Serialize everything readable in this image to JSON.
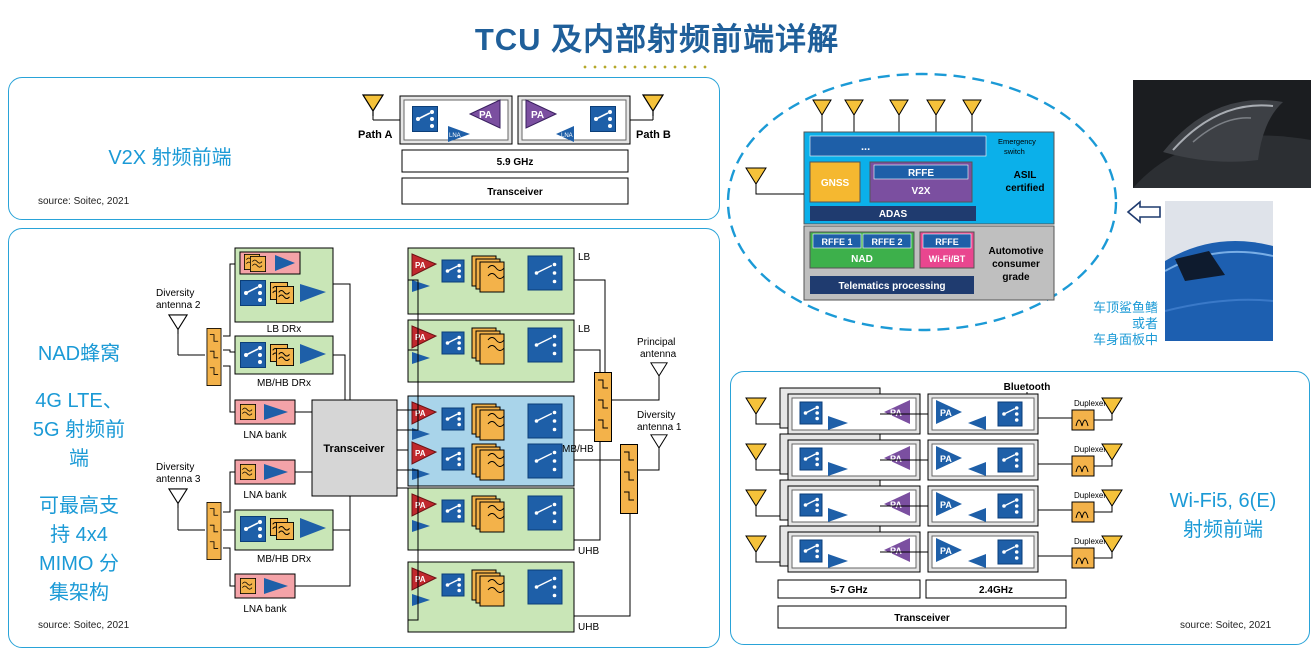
{
  "title": "TCU 及内部射频前端详解",
  "v2x": {
    "label": "V2X 射频前端",
    "source": "source: Soitec, 2021",
    "path_a": "Path A",
    "path_b": "Path B",
    "freq": "5.9 GHz",
    "transceiver": "Transceiver",
    "pa": "PA",
    "lna": "LNA"
  },
  "nad": {
    "label_lines": [
      "NAD蜂窝",
      "4G LTE、",
      "5G 射频前",
      "端",
      "可最高支",
      "持 4x4",
      "MIMO 分",
      "集架构"
    ],
    "source": "source: Soitec, 2021",
    "diversity_antenna_2": [
      "Diversity",
      "antenna 2"
    ],
    "diversity_antenna_3": [
      "Diversity",
      "antenna 3"
    ],
    "principal_antenna": [
      "Principal",
      "antenna"
    ],
    "diversity_antenna_1": [
      "Diversity",
      "antenna 1"
    ],
    "lb_drx": "LB DRx",
    "mbhb_drx": "MB/HB DRx",
    "lna_bank": "LNA bank",
    "transceiver": "Transceiver",
    "bands": [
      "LB",
      "LB",
      "MB/HB",
      "UHB",
      "UHB"
    ]
  },
  "tcu": {
    "emergency_switch": [
      "Emergency",
      "switch"
    ],
    "gnss": "GNSS",
    "rffe": "RFFE",
    "v2x": "V2X",
    "asil": [
      "ASIL",
      "certified"
    ],
    "adas": "ADAS",
    "rffe1": "RFFE 1",
    "rffe2": "RFFE 2",
    "nad": "NAD",
    "wifi_bt": "Wi-Fi/BT",
    "automotive": [
      "Automotive",
      "consumer",
      "grade"
    ],
    "telematics": "Telematics processing",
    "ellipsis": "..."
  },
  "caption": [
    "车顶鲨鱼鳍",
    "或者",
    "车身面板中"
  ],
  "wifi": {
    "label_lines": [
      "Wi-Fi5, 6(E)",
      "射频前端"
    ],
    "source": "source: Soitec, 2021",
    "bluetooth": "Bluetooth",
    "duplexer": "Duplexer",
    "freq_5g": "5-7 GHz",
    "freq_24": "2.4GHz",
    "transceiver": "Transceiver"
  },
  "colors": {
    "accent": "#1b9ad6",
    "title": "#1f5f9a",
    "module_blue": "#1e5fa8",
    "pa_purple": "#7b4fa0",
    "pa_red": "#c0282d",
    "filter_orange": "#f3b24a",
    "green_panel": "#c9e6b7",
    "tcu_blue": "#0bb0ea",
    "tcu_gray": "#bfbfbf"
  }
}
